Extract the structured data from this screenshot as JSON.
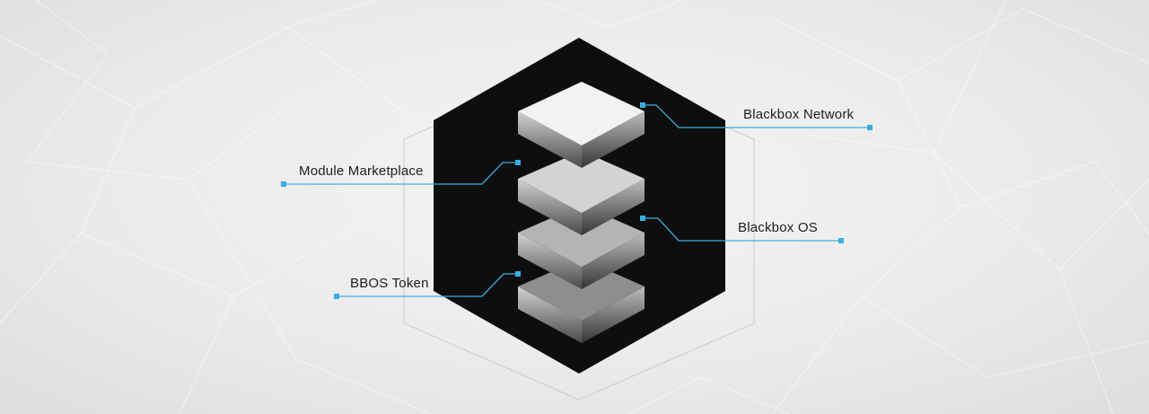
{
  "labels": {
    "blackbox_network": "Blackbox Network",
    "module_marketplace": "Module Marketplace",
    "blackbox_os": "Blackbox OS",
    "bbos_token": "BBOS Token"
  },
  "colors": {
    "hexagon_fill": "#0e0e0e",
    "connector_line": "#3aaee0",
    "label_text": "#1e1e1e",
    "background": "#ebebeb"
  }
}
